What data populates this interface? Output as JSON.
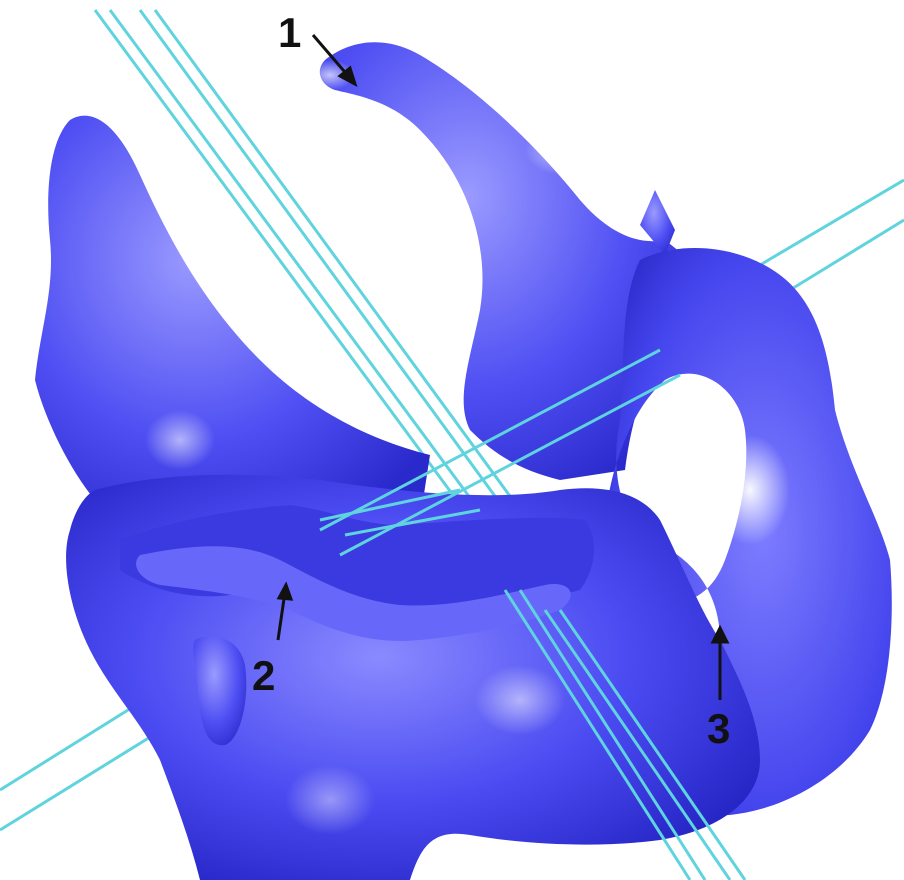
{
  "figure": {
    "background_color": "#ffffff",
    "model_color": "#4747f0",
    "model_highlight": "#c9c9ff",
    "model_shadow": "#1f1fb8",
    "line_color": "#5fd3de",
    "markers": [
      {
        "label": "1",
        "id": "marker-1"
      },
      {
        "label": "2",
        "id": "marker-2"
      },
      {
        "label": "3",
        "id": "marker-3"
      }
    ]
  }
}
